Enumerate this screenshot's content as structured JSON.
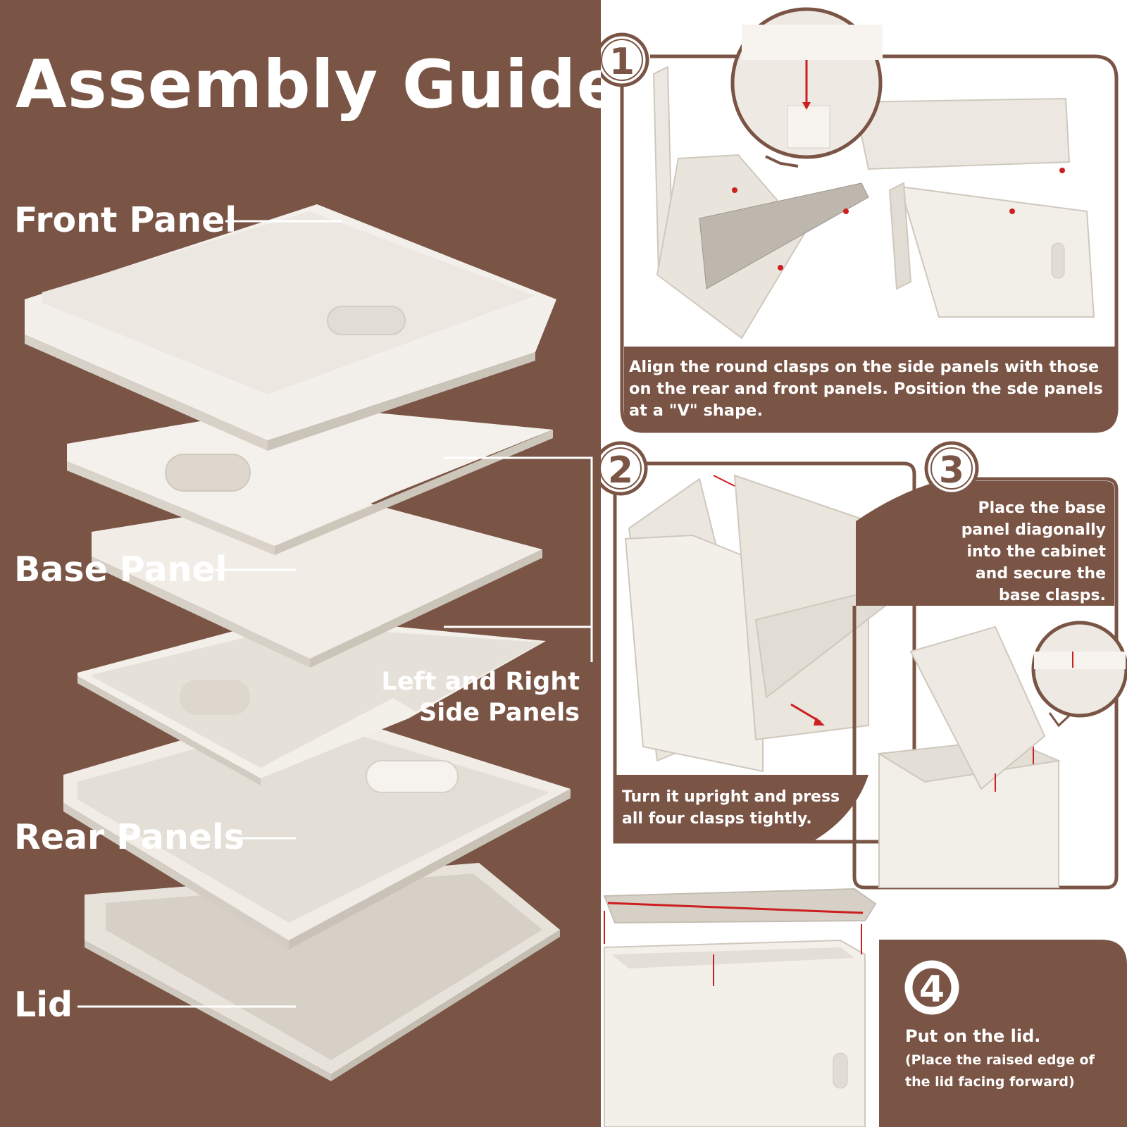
{
  "title": "Assembly Guide",
  "parts": {
    "front_panel": "Front Panel",
    "base_panel": "Base Panel",
    "side_panels_line1": "Left and Right",
    "side_panels_line2": "Side Panels",
    "rear_panels": "Rear Panels",
    "lid": "Lid"
  },
  "steps": [
    {
      "number": "1",
      "lines": [
        "Align the round clasps on the side panels with those",
        "on the rear and front panels. Position the sde panels",
        "at a \"V\" shape."
      ]
    },
    {
      "number": "2",
      "lines": [
        "Turn it upright and press",
        "all four clasps tightly."
      ]
    },
    {
      "number": "3",
      "lines": [
        "Place the base",
        "panel diagonally",
        "into the cabinet",
        "and secure the",
        "base clasps."
      ]
    },
    {
      "number": "4",
      "lines": [
        "Put on the lid.",
        "(Place the raised edge of",
        "the lid facing forward)"
      ]
    }
  ],
  "colors": {
    "brown": "#7a5444",
    "panel": "#efebe4",
    "panel_shade": "#d9d4cc",
    "white": "#ffffff",
    "arrow_red": "#cc1f1f"
  }
}
